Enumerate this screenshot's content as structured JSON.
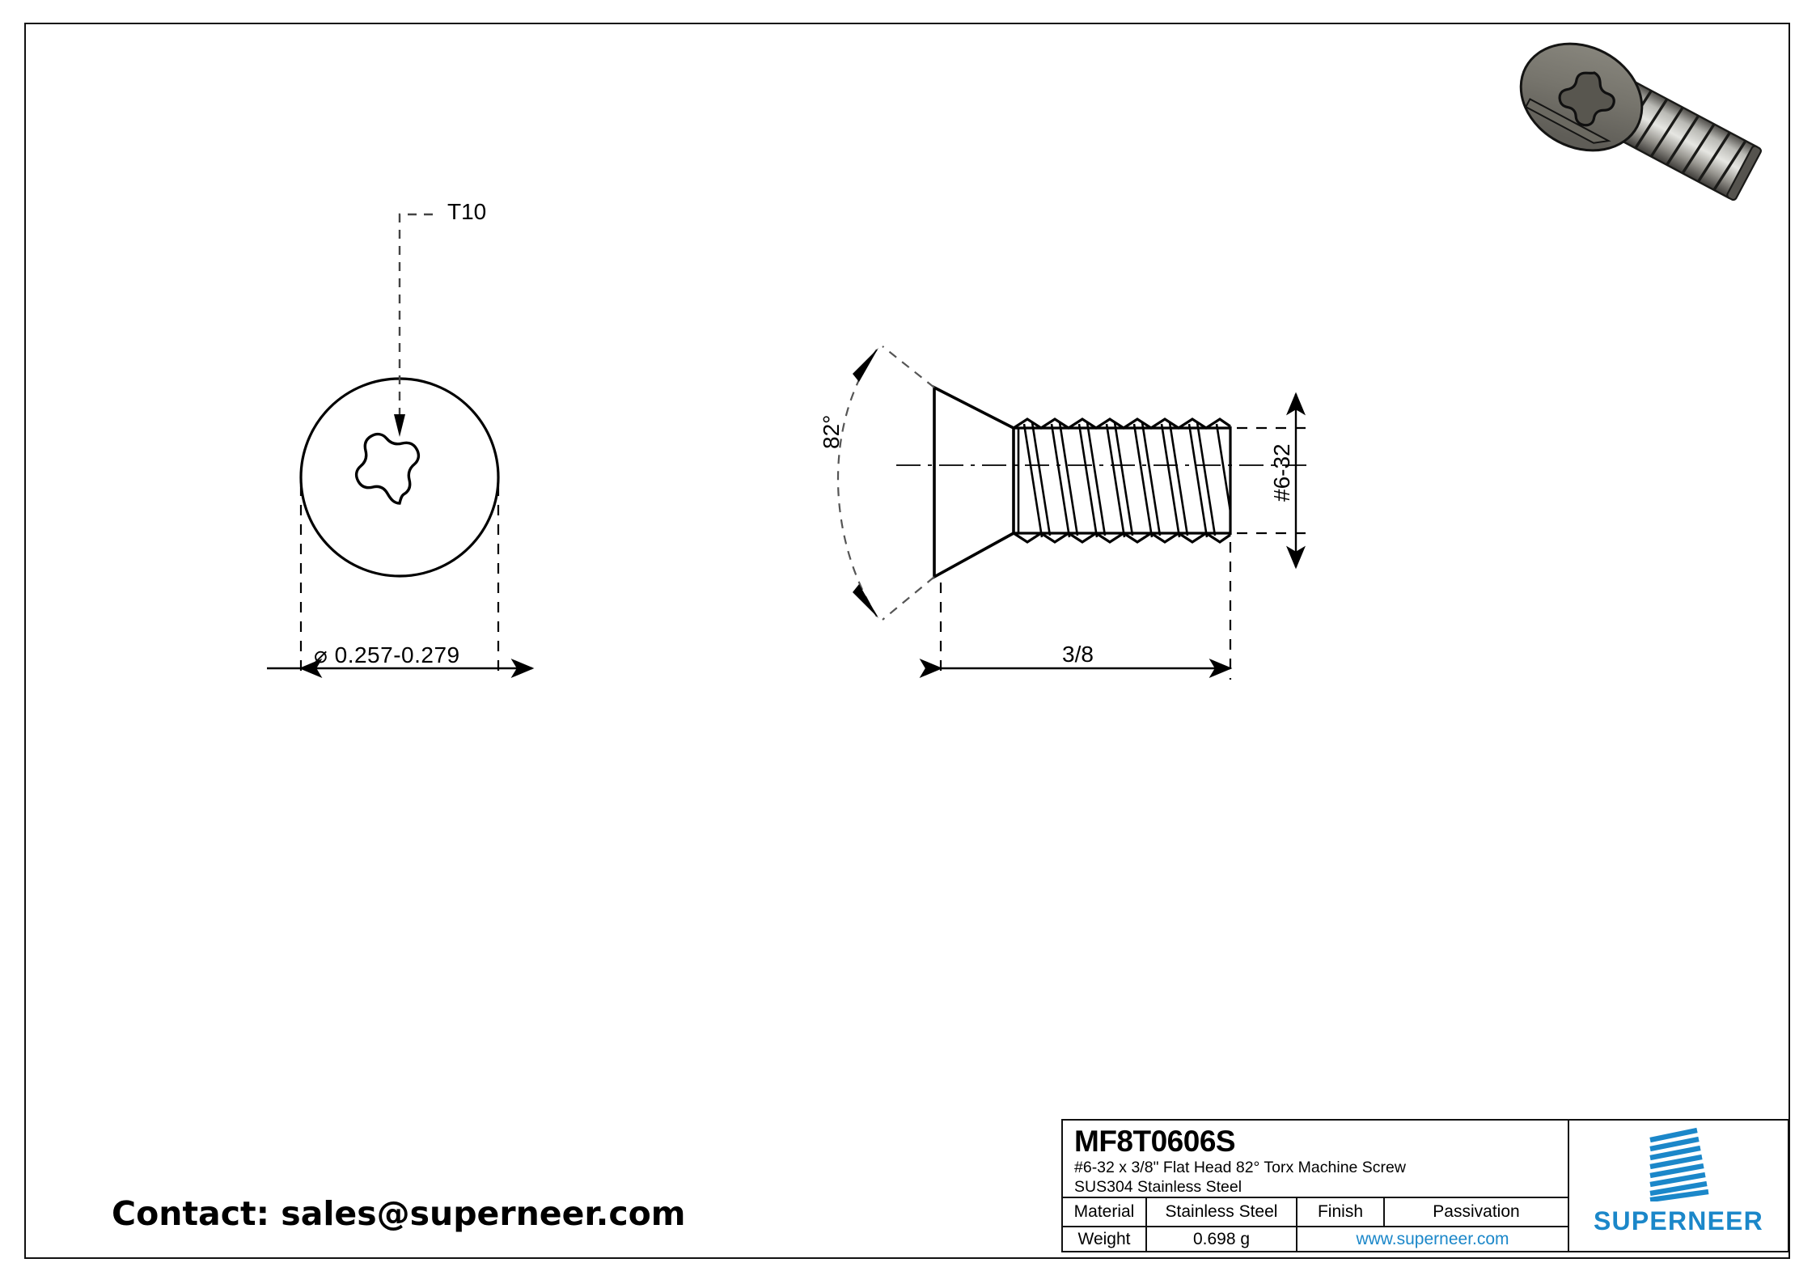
{
  "document": {
    "type": "engineering-drawing",
    "sheet_size": [
      2245,
      1587
    ]
  },
  "views": {
    "front_view": {
      "name": "front-view-torx-head",
      "callout_label": "T10",
      "diameter_label": "⌀ 0.257-0.279",
      "lobes": 6
    },
    "side_view": {
      "name": "side-view-screw-profile",
      "angle_label": "82°",
      "length_label": "3/8",
      "thread_label": "#6-32",
      "thread_turns": 8
    },
    "iso_view": {
      "name": "isometric-screw-render",
      "head_color": "#7d7b73",
      "shank_color": "#c9c9c4"
    }
  },
  "title_block": {
    "part_number": "MF8T0606S",
    "description_line1": "#6-32 x 3/8\" Flat Head 82° Torx Machine Screw",
    "description_line2": "SUS304 Stainless Steel",
    "rows": [
      {
        "label": "Material",
        "value": "Stainless Steel",
        "label2": "Finish",
        "value2": "Passivation"
      },
      {
        "label": "Weight",
        "value": "0.698 g",
        "website": "www.superneer.com"
      }
    ],
    "material_label": "Material",
    "material_value": "Stainless Steel",
    "finish_label": "Finish",
    "finish_value": "Passivation",
    "weight_label": "Weight",
    "weight_value": "0.698 g",
    "website": "www.superneer.com"
  },
  "brand": {
    "name": "SUPERNEER",
    "accent_color": "#1b87c9",
    "logo_bars": 8
  },
  "contact": {
    "text": "Contact: sales@superneer.com"
  }
}
